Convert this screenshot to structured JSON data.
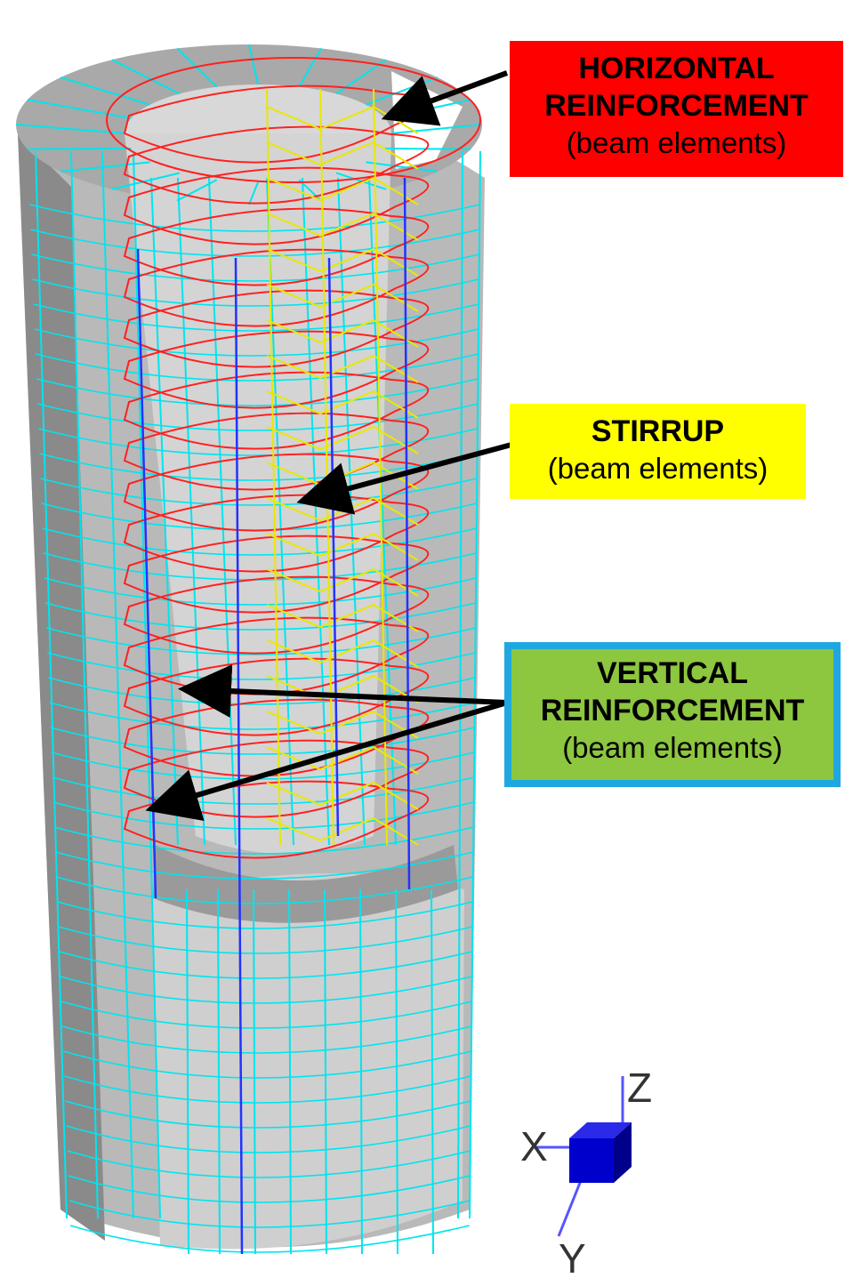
{
  "callouts": {
    "horizontal": {
      "title_line1": "HORIZONTAL",
      "title_line2": "REINFORCEMENT",
      "sub": "(beam elements)"
    },
    "stirrup": {
      "title": "STIRRUP",
      "sub": "(beam elements)"
    },
    "vertical": {
      "title_line1": "VERTICAL",
      "title_line2": "REINFORCEMENT",
      "sub": "(beam elements)"
    }
  },
  "axes": {
    "x": "X",
    "y": "Y",
    "z": "Z"
  },
  "colors": {
    "concrete_fill": "#c0c0c0",
    "concrete_dark": "#8c8c8c",
    "mesh_lines": "#00e5ee",
    "horizontal_reinforcement": "#ff2020",
    "stirrup": "#e8e800",
    "vertical_reinforcement": "#2233ff",
    "vertical_callout_border": "#1fa8e0"
  }
}
